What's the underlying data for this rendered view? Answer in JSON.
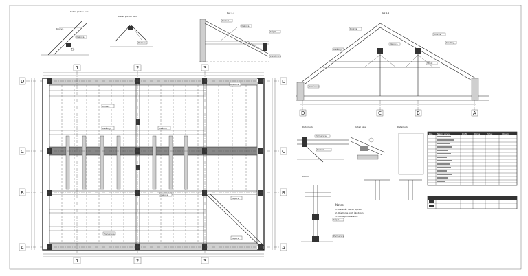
{
  "axes": {
    "rows": [
      "D",
      "C",
      "B",
      "A"
    ],
    "cols": [
      "1",
      "2",
      "3"
    ],
    "section_cols": [
      "D",
      "C",
      "B",
      "A"
    ]
  },
  "colors": {
    "paper": "#ffffff",
    "ink": "#222222",
    "legend_header": "#333333"
  },
  "blocks": {
    "detail_left_title": "Detail prvkov rezu",
    "detail_mid_title": "Detail prvkov rezu",
    "section_21": "Rez 2-2",
    "section_11": "Rez 1-1",
    "detail_bottom_a": "Detail uzla",
    "detail_bottom_b": "Detail uzla",
    "detail_bottom_c": "Detail uzla",
    "detail_bottom_d": "Detail",
    "notes_title": "Notes:"
  },
  "callouts": [
    "Krokva",
    "Väznica",
    "Rozpera",
    "Pomúrnica",
    "Kleštiny",
    "Stĺpik",
    "Vzpera"
  ],
  "legend": {
    "header": [
      "Poz.",
      "Názov prvku",
      "Profil",
      "Dĺžka",
      "Počet",
      "Objem"
    ],
    "rows_count": 14
  },
  "legend_small": {
    "rows_count": 2
  },
  "notes": [
    "1. Materiál: rezivo SI/C24",
    "2. Ošetrenie proti škodcom",
    "3. Spoje podľa statiky"
  ]
}
